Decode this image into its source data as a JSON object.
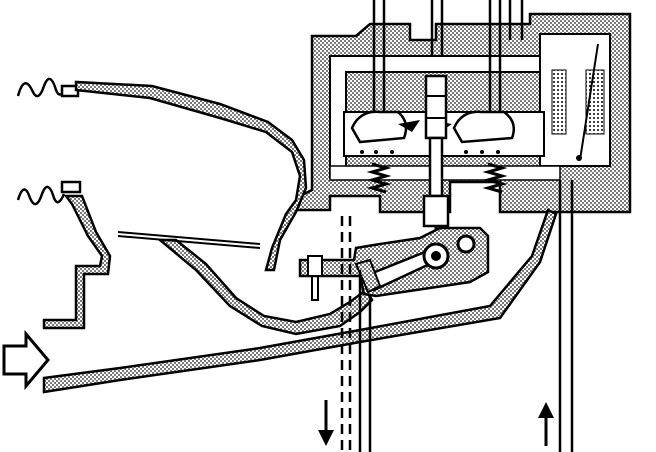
{
  "colors": {
    "ink": "#000000",
    "paper": "#ffffff",
    "hatch": "#7a7a7a"
  },
  "parts": [
    "spring-left-top",
    "spring-left-bottom",
    "air-intake-arrow",
    "fuel-distributor-housing",
    "control-plunger",
    "diaphragm-valves",
    "sensor-plate-lever",
    "air-funnel",
    "fuel-return-arrow",
    "fuel-supply-arrow"
  ]
}
